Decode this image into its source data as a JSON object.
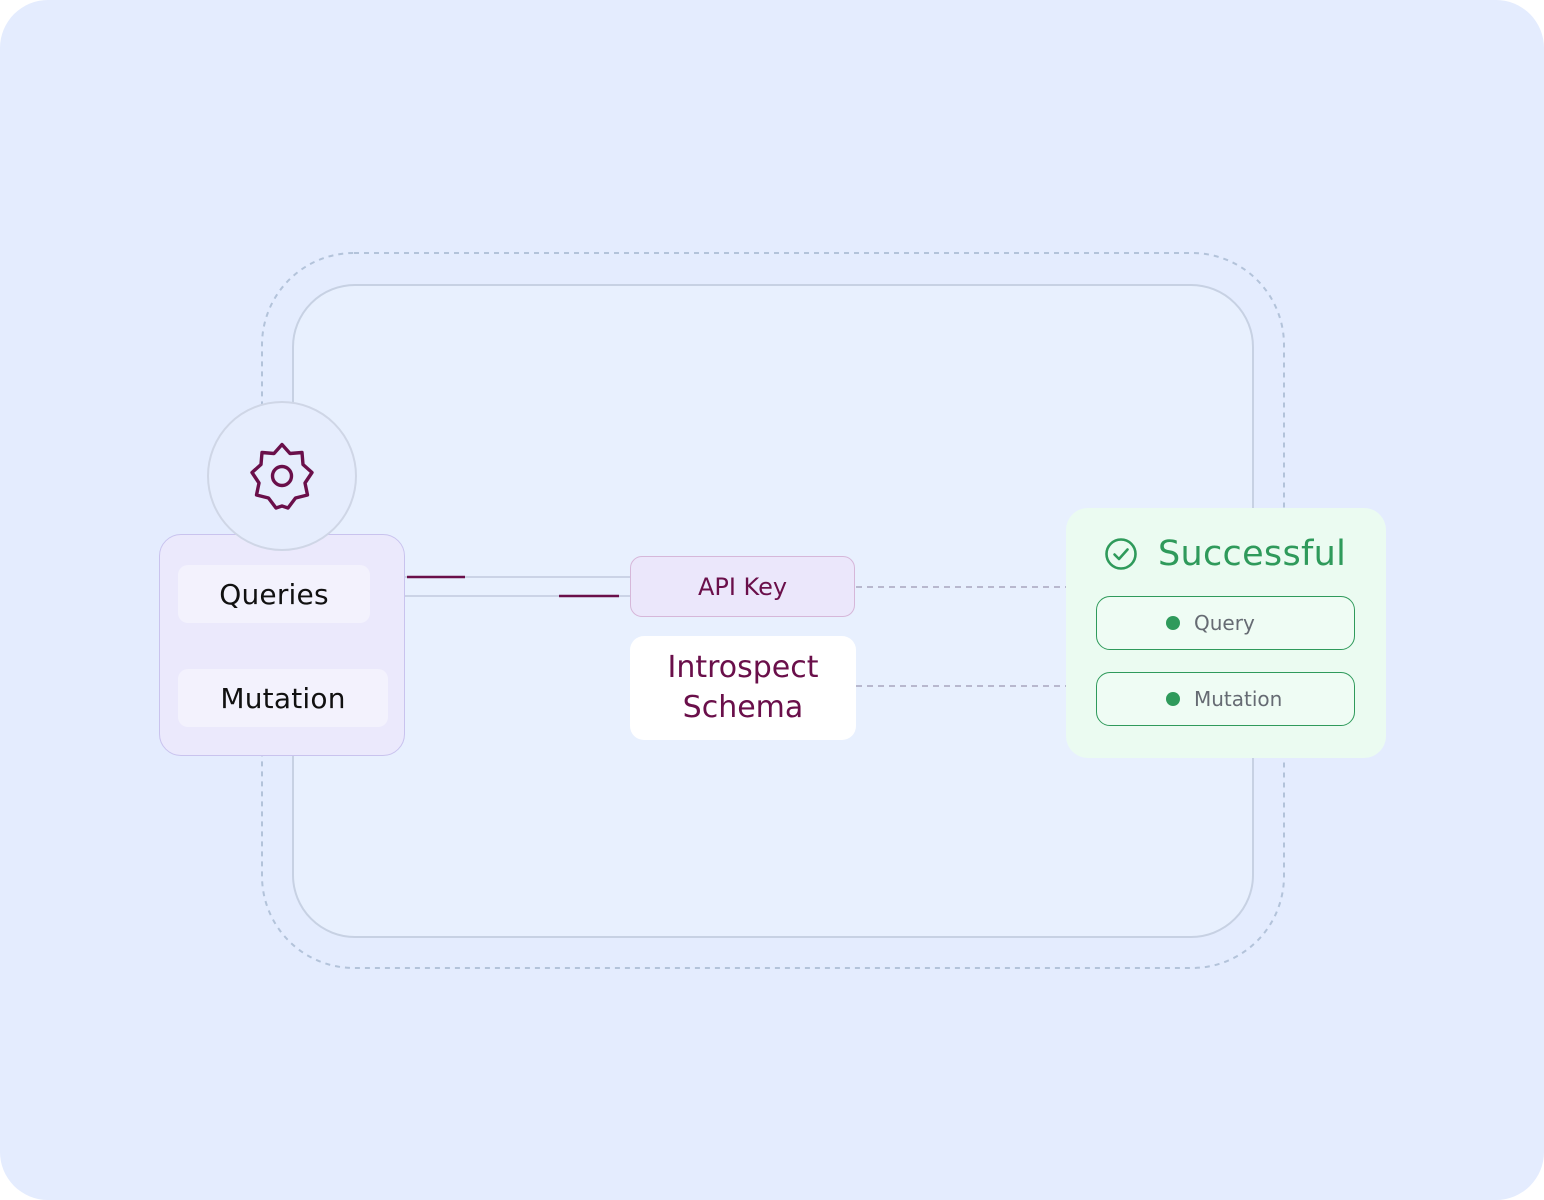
{
  "operations": {
    "items": [
      {
        "label": "Queries"
      },
      {
        "label": "Mutation"
      }
    ]
  },
  "api_key": {
    "label": "API Key"
  },
  "introspect": {
    "line1": "Introspect",
    "line2": "Schema"
  },
  "result": {
    "title": "Successful",
    "items": [
      {
        "label": "Query"
      },
      {
        "label": "Mutation"
      }
    ]
  },
  "icons": {
    "settings": "gear-icon",
    "status": "check-circle-icon",
    "bullet": "dot-icon"
  },
  "colors": {
    "background": "#e4ecfe",
    "accent": "#6a0f4a",
    "success": "#2f9a5b",
    "ops_card": "#ebe9fc"
  }
}
